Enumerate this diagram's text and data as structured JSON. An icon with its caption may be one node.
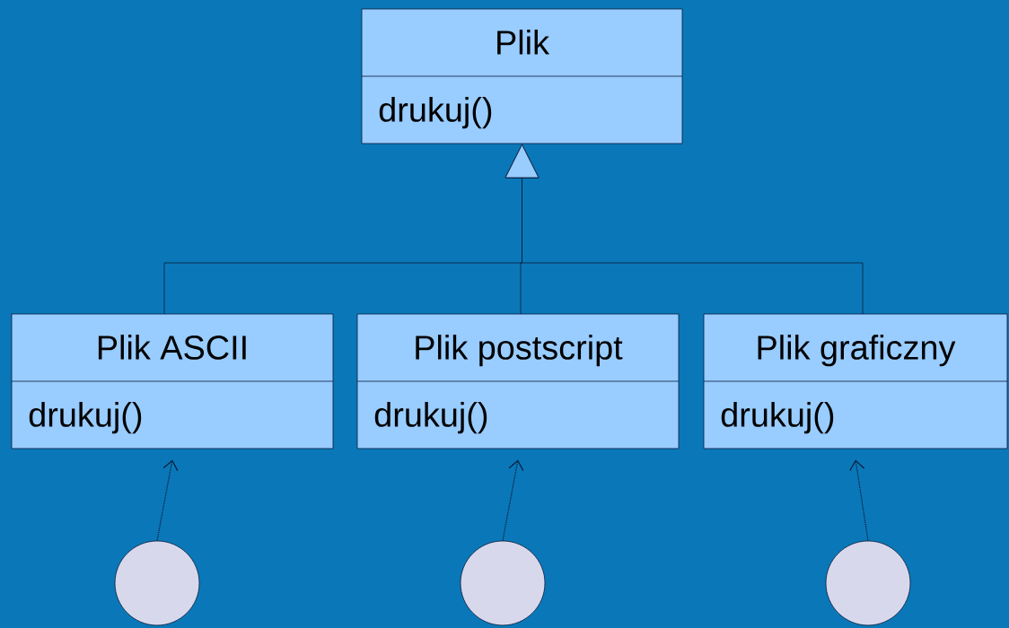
{
  "diagram": {
    "nodes": [
      {
        "text": [
          "Plik",
          "drukuj()"
        ]
      },
      {
        "text": [
          "Plik ASCII",
          "drukuj()"
        ]
      },
      {
        "text": [
          "Plik postscript",
          "drukuj()"
        ]
      },
      {
        "text": [
          "Plik graficzny",
          "drukuj()"
        ]
      },
      {
        "text": [],
        "shape": "circle"
      },
      {
        "text": [],
        "shape": "circle"
      },
      {
        "text": [],
        "shape": "circle"
      }
    ],
    "edges": [
      {
        "from": 1,
        "to": 0,
        "arrow": "to"
      },
      {
        "from": 2,
        "to": 0,
        "arrow": "to"
      },
      {
        "from": 3,
        "to": 0,
        "arrow": "to"
      },
      {
        "from": 4,
        "to": 1,
        "arrow": "to",
        "style": "dashed"
      },
      {
        "from": 5,
        "to": 2,
        "arrow": "to",
        "style": "dashed"
      },
      {
        "from": 6,
        "to": 3,
        "arrow": "to",
        "style": "dashed"
      }
    ]
  }
}
